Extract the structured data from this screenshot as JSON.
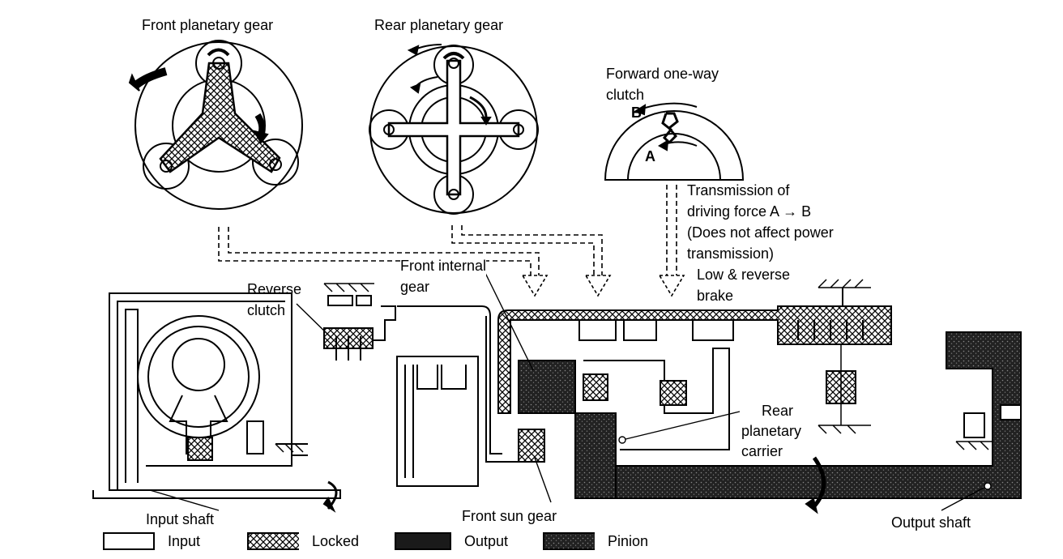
{
  "labels": {
    "front_planetary_gear": "Front planetary gear",
    "rear_planetary_gear": "Rear planetary gear",
    "forward_one_way_clutch_line1": "Forward one-way",
    "forward_one_way_clutch_line2": "clutch",
    "point_b": "B",
    "point_a": "A",
    "transmission_line1": "Transmission of",
    "transmission_line2": "driving force A",
    "transmission_line2_end": "B",
    "transmission_line3": "(Does not affect power",
    "transmission_line4": "transmission)",
    "front_internal_gear_line1": "Front internal",
    "front_internal_gear_line2": "gear",
    "reverse_clutch_line1": "Reverse",
    "reverse_clutch_line2": "clutch",
    "low_reverse_brake_line1": "Low & reverse",
    "low_reverse_brake_line2": "brake",
    "rear_planetary_carrier_line1": "Rear",
    "rear_planetary_carrier_line2": "planetary",
    "rear_planetary_carrier_line3": "carrier",
    "input_shaft": "Input shaft",
    "front_sun_gear": "Front sun gear",
    "output_shaft": "Output shaft"
  },
  "legend": [
    {
      "label": "Input",
      "pattern": "plain"
    },
    {
      "label": "Locked",
      "pattern": "crosshatch"
    },
    {
      "label": "Output",
      "pattern": "dark"
    },
    {
      "label": "Pinion",
      "pattern": "dark-speckled"
    }
  ],
  "colors": {
    "ink": "#000000",
    "paper": "#ffffff",
    "dark_fill": "#1a1a1a"
  }
}
